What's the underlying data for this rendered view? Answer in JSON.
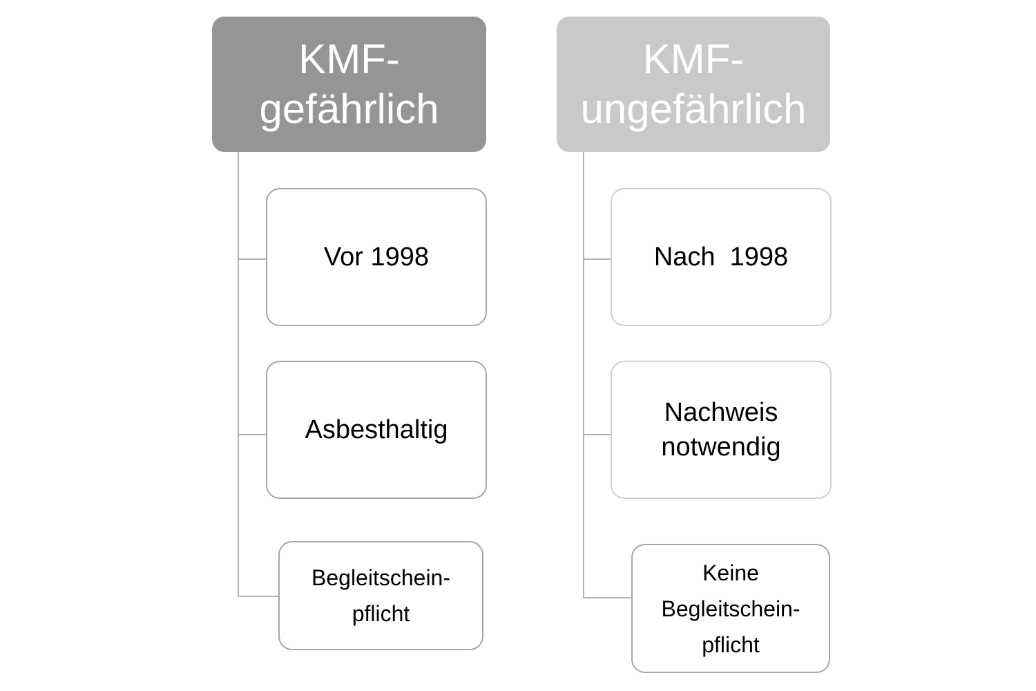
{
  "columns": [
    {
      "header": [
        "KMF-",
        "gefährlich"
      ],
      "items": [
        [
          "Vor 1998"
        ],
        [
          "Asbesthaltig"
        ],
        [
          "Begleitschein-",
          "pflicht"
        ]
      ]
    },
    {
      "header": [
        "KMF-",
        "ungefährlich"
      ],
      "items": [
        [
          "Nach  1998"
        ],
        [
          "Nachweis",
          "notwendig"
        ],
        [
          "Keine",
          "Begleitschein-",
          "pflicht"
        ]
      ]
    }
  ],
  "colors": {
    "header_dark": "#959595",
    "header_light": "#c9c9c9",
    "border_dark": "#a6a6a6",
    "border_light": "#cfcfcf",
    "connector": "#b3b3b3"
  }
}
